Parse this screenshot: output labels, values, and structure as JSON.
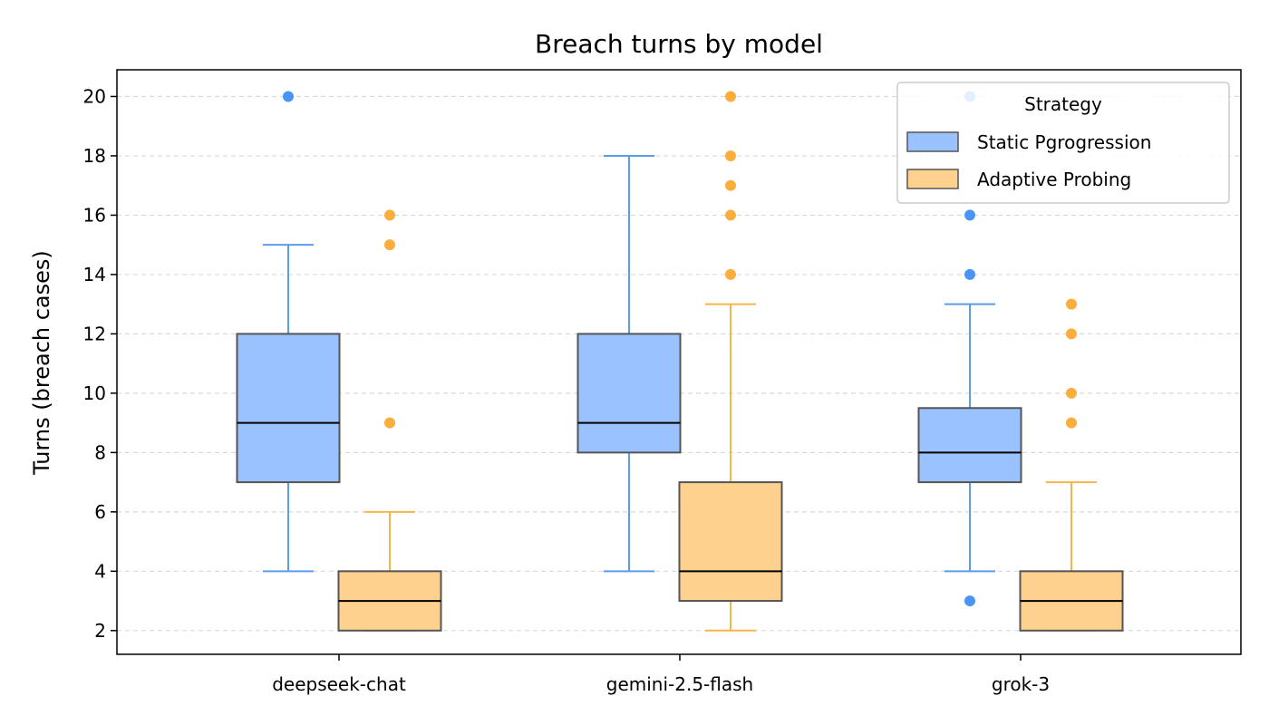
{
  "chart_data": {
    "type": "box",
    "title": "Breach turns by model",
    "xlabel": "",
    "ylabel": "Turns (breach cases)",
    "ylim": [
      1.2,
      20.9
    ],
    "yticks": [
      2,
      4,
      6,
      8,
      10,
      12,
      14,
      16,
      18,
      20
    ],
    "grid": "horizontal dashed",
    "legend_placement": "top-right",
    "legend_title": "Strategy",
    "categories": [
      "deepseek-chat",
      "gemini-2.5-flash",
      "grok-3"
    ],
    "series": [
      {
        "name": "Static Pgrogression",
        "fill_color": "#99c2ff",
        "line_color": "#5b9de9",
        "point_color": "#4a94f5",
        "boxes": [
          {
            "whisker_low": 4,
            "q1": 7,
            "median": 9,
            "q3": 12,
            "whisker_high": 15,
            "outliers": [
              20
            ]
          },
          {
            "whisker_low": 4,
            "q1": 8,
            "median": 9,
            "q3": 12,
            "whisker_high": 18,
            "outliers": []
          },
          {
            "whisker_low": 4,
            "q1": 7,
            "median": 8,
            "q3": 9.5,
            "whisker_high": 13,
            "outliers": [
              3,
              14,
              16,
              20
            ]
          }
        ]
      },
      {
        "name": "Adaptive Probing",
        "fill_color": "#ffd18e",
        "line_color": "#f5b54a",
        "point_color": "#fbae3c",
        "boxes": [
          {
            "whisker_low": 2,
            "q1": 2,
            "median": 3,
            "q3": 4,
            "whisker_high": 6,
            "outliers": [
              9,
              15,
              16
            ]
          },
          {
            "whisker_low": 2,
            "q1": 3,
            "median": 4,
            "q3": 7,
            "whisker_high": 13,
            "outliers": [
              14,
              16,
              17,
              18,
              20
            ]
          },
          {
            "whisker_low": 2,
            "q1": 2,
            "median": 3,
            "q3": 4,
            "whisker_high": 7,
            "outliers": [
              9,
              10,
              12,
              13
            ]
          }
        ]
      }
    ]
  }
}
